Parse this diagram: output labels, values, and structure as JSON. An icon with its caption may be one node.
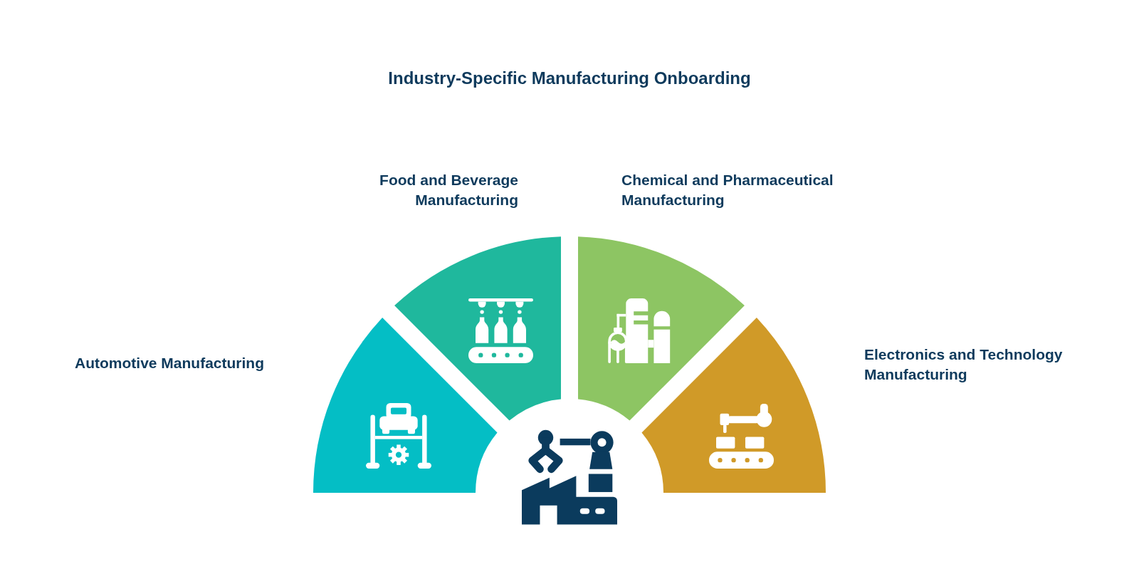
{
  "diagram": {
    "title": "Industry-Specific Manufacturing Onboarding",
    "nodes": [
      {
        "text": [
          "Automotive Manufacturing"
        ]
      },
      {
        "text": [
          "Food and Beverage Manufacturing"
        ]
      },
      {
        "text": [
          "Chemical and Pharmaceutical Manufacturing"
        ]
      },
      {
        "text": [
          "Electronics and Technology Manufacturing"
        ]
      }
    ]
  }
}
